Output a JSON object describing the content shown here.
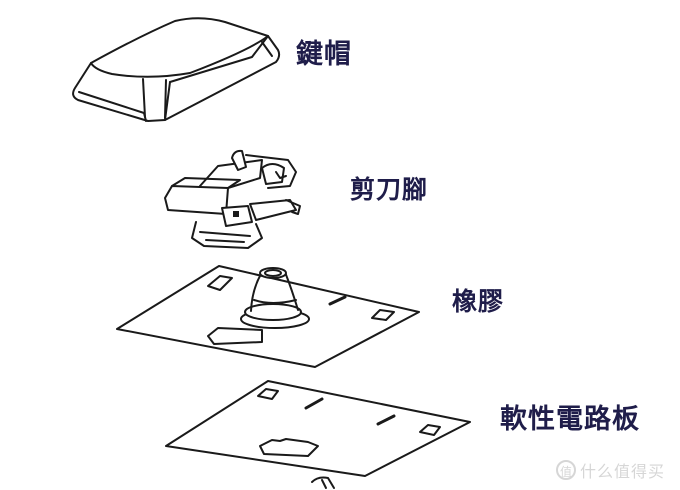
{
  "diagram": {
    "title": "",
    "type": "exploded-view",
    "line_color": "#1a1a1a",
    "label_color": "#1f1d4a",
    "parts": [
      {
        "id": "keycap",
        "label": "鍵帽"
      },
      {
        "id": "scissor",
        "label": "剪刀腳"
      },
      {
        "id": "rubber",
        "label": "橡膠"
      },
      {
        "id": "fpc",
        "label": "軟性電路板"
      }
    ]
  },
  "watermark": {
    "badge": "值",
    "text": "什么值得买"
  }
}
